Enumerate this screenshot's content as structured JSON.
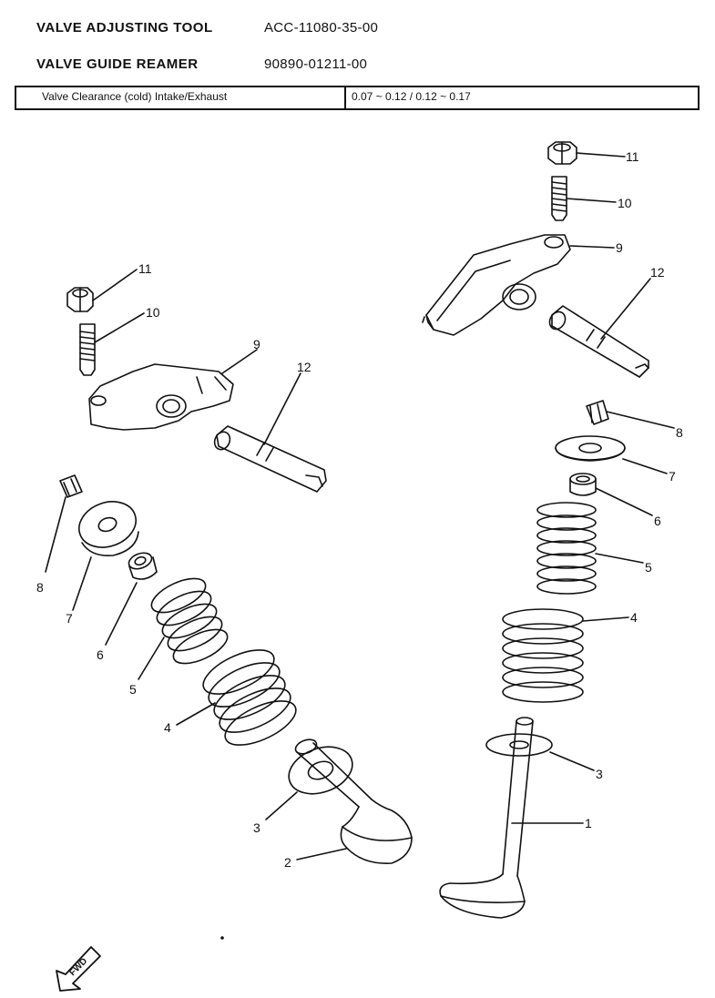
{
  "tools": [
    {
      "name": "VALVE ADJUSTING TOOL",
      "part_no": "ACC-11080-35-00"
    },
    {
      "name": "VALVE GUIDE REAMER",
      "part_no": "90890-01211-00"
    }
  ],
  "spec": {
    "label": "Valve Clearance (cold) Intake/Exhaust",
    "value": "0.07 ~ 0.12 / 0.12 ~ 0.17"
  },
  "callouts": {
    "c1": "1",
    "c2": "2",
    "c3a": "3",
    "c3b": "3",
    "c4a": "4",
    "c4b": "4",
    "c5a": "5",
    "c5b": "5",
    "c6a": "6",
    "c6b": "6",
    "c7a": "7",
    "c7b": "7",
    "c8a": "8",
    "c8b": "8",
    "c9a": "9",
    "c9b": "9",
    "c10a": "10",
    "c10b": "10",
    "c11a": "11",
    "c11b": "11",
    "c12a": "12",
    "c12b": "12"
  },
  "fwd_label": "FWD"
}
